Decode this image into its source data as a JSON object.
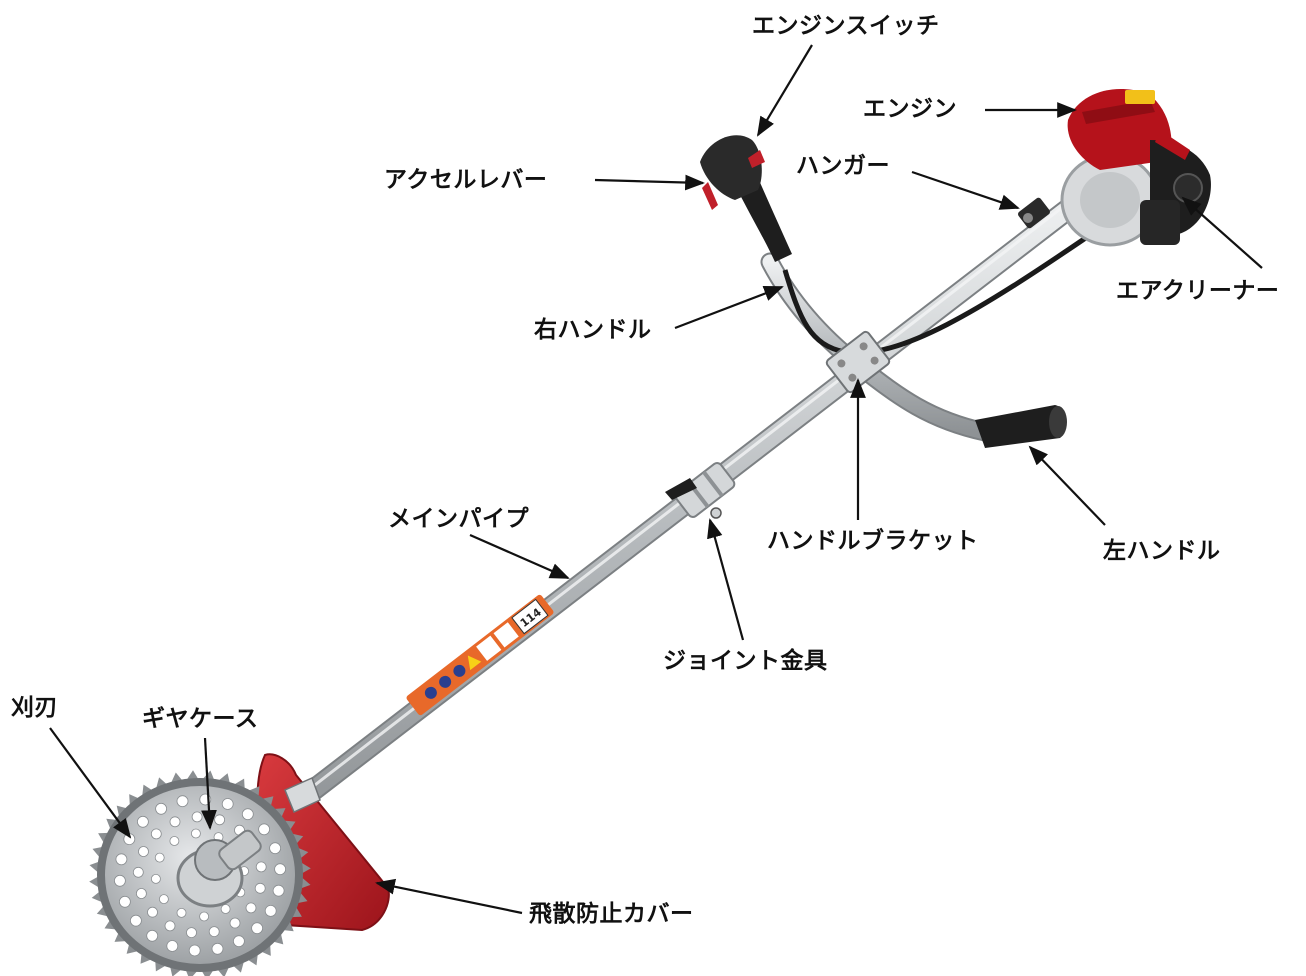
{
  "labels": {
    "engine_switch": "エンジンスイッチ",
    "engine": "エンジン",
    "accelerator_lever": "アクセルレバー",
    "hanger": "ハンガー",
    "air_cleaner": "エアクリーナー",
    "right_handle": "右ハンドル",
    "handle_bracket": "ハンドルブラケット",
    "left_handle": "左ハンドル",
    "main_pipe": "メインパイプ",
    "joint_fitting": "ジョイント金具",
    "cutting_blade": "刈刃",
    "gear_case": "ギヤケース",
    "scatter_guard": "飛散防止カバー"
  },
  "decal": {
    "model_code": "114"
  },
  "colors": {
    "engine_red": "#b5121b",
    "guard_red": "#c0202a",
    "pipe_silver": "#c8ccce",
    "decal_orange": "#e8692a",
    "grip_black": "#1e1e1e",
    "blade_steel": "#b9bcbf",
    "label_text": "#111111"
  }
}
